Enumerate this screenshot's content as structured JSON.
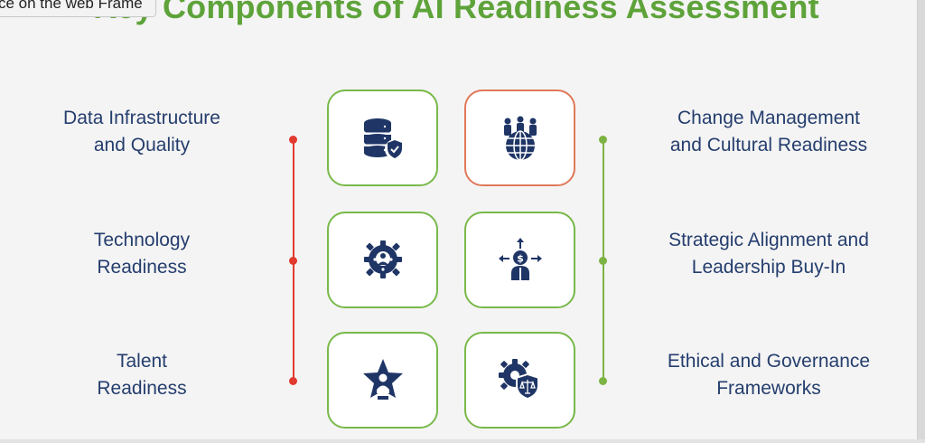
{
  "tooltip": {
    "text": "ce on the web Frame"
  },
  "title": "Key Components of AI Readiness Assessment",
  "colors": {
    "title": "#5ea33a",
    "label_text": "#253e6e",
    "card_border": "#78b94a",
    "card_border_highlight": "#e0795a",
    "icon": "#1f3566",
    "left_line": "#e13a2f",
    "right_line": "#7cb342"
  },
  "components": {
    "left": [
      {
        "line1": "Data Infrastructure",
        "line2": "and Quality",
        "icon": "database-shield-icon"
      },
      {
        "line1": "Technology",
        "line2": "Readiness",
        "icon": "gear-ai-icon"
      },
      {
        "line1": "Talent",
        "line2": "Readiness",
        "icon": "star-person-icon"
      }
    ],
    "right": [
      {
        "line1": "Change Management",
        "line2": "and Cultural Readiness",
        "icon": "team-globe-icon"
      },
      {
        "line1": "Strategic Alignment and",
        "line2": "Leadership Buy-In",
        "icon": "leader-arrows-icon"
      },
      {
        "line1": "Ethical and Governance",
        "line2": "Frameworks",
        "icon": "gear-scales-icon"
      }
    ]
  }
}
